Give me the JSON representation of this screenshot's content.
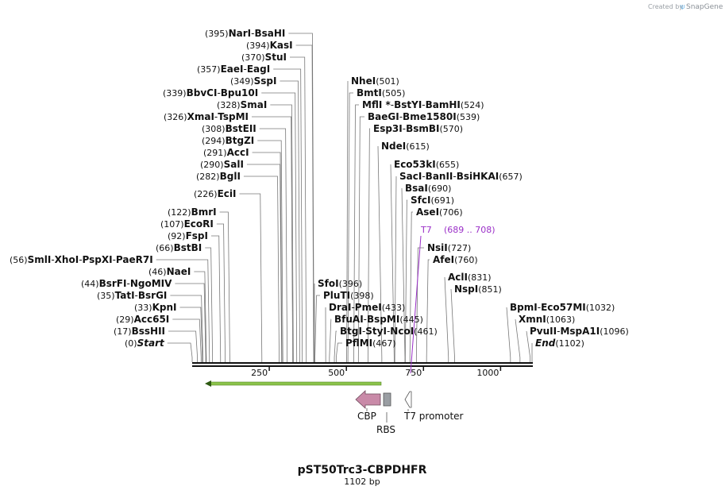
{
  "header": {
    "credit_prefix": "Created by",
    "credit_brand": "SnapGene",
    "brand_color": "#4aa3df"
  },
  "plasmid": {
    "name": "pST50Trc3-CBPDHFR",
    "length_text": "1102 bp",
    "length": 1102
  },
  "axis": {
    "ticks": [
      250,
      500,
      750,
      1000
    ]
  },
  "sites": [
    {
      "pos": "(395)",
      "names": [
        "NarI",
        "BsaHI"
      ],
      "at": 395
    },
    {
      "pos": "(394)",
      "names": [
        "KasI"
      ],
      "at": 394
    },
    {
      "pos": "(370)",
      "names": [
        "StuI"
      ],
      "at": 370
    },
    {
      "pos": "(357)",
      "names": [
        "EaeI",
        "EagI"
      ],
      "at": 357
    },
    {
      "pos": "(349)",
      "names": [
        "SspI"
      ],
      "at": 349
    },
    {
      "pos": "(339)",
      "names": [
        "BbvCI",
        "Bpu10I"
      ],
      "at": 339
    },
    {
      "pos": "(328)",
      "names": [
        "SmaI"
      ],
      "at": 328
    },
    {
      "pos": "(326)",
      "names": [
        "XmaI",
        "TspMI"
      ],
      "at": 326
    },
    {
      "pos": "(308)",
      "names": [
        "BstEII"
      ],
      "at": 308
    },
    {
      "pos": "(294)",
      "names": [
        "BtgZI"
      ],
      "at": 294
    },
    {
      "pos": "(291)",
      "names": [
        "AccI"
      ],
      "at": 291
    },
    {
      "pos": "(290)",
      "names": [
        "SalI"
      ],
      "at": 290
    },
    {
      "pos": "(282)",
      "names": [
        "BglI"
      ],
      "at": 282
    },
    {
      "pos": "(226)",
      "names": [
        "EciI"
      ],
      "at": 226
    },
    {
      "pos": "(122)",
      "names": [
        "BmrI"
      ],
      "at": 122
    },
    {
      "pos": "(107)",
      "names": [
        "EcoRI"
      ],
      "at": 107
    },
    {
      "pos": "(92)",
      "names": [
        "FspI"
      ],
      "at": 92
    },
    {
      "pos": "(66)",
      "names": [
        "BstBI"
      ],
      "at": 66
    },
    {
      "pos": "(56)",
      "names": [
        "SmlI",
        "XhoI",
        "PspXI",
        "PaeR7I"
      ],
      "at": 56
    },
    {
      "pos": "(46)",
      "names": [
        "NaeI"
      ],
      "at": 46
    },
    {
      "pos": "(44)",
      "names": [
        "BsrFI",
        "NgoMIV"
      ],
      "at": 44
    },
    {
      "pos": "(35)",
      "names": [
        "TatI",
        "BsrGI"
      ],
      "at": 35
    },
    {
      "pos": "(33)",
      "names": [
        "KpnI"
      ],
      "at": 33
    },
    {
      "pos": "(29)",
      "names": [
        "Acc65I"
      ],
      "at": 29
    },
    {
      "pos": "(17)",
      "names": [
        "BssHII"
      ],
      "at": 17
    },
    {
      "pos": "(0)",
      "names": [
        "Start"
      ],
      "at": 0,
      "italic": true
    },
    {
      "pos": "(501)",
      "names": [
        "NheI"
      ],
      "at": 501
    },
    {
      "pos": "(505)",
      "names": [
        "BmtI"
      ],
      "at": 505
    },
    {
      "pos": "(524)",
      "names": [
        "MflI *",
        "BstYI",
        "BamHI"
      ],
      "at": 524
    },
    {
      "pos": "(539)",
      "names": [
        "BaeGI",
        "Bme1580I"
      ],
      "at": 539
    },
    {
      "pos": "(570)",
      "names": [
        "Esp3I",
        "BsmBI"
      ],
      "at": 570
    },
    {
      "pos": "(615)",
      "names": [
        "NdeI"
      ],
      "at": 615
    },
    {
      "pos": "(655)",
      "names": [
        "Eco53kI"
      ],
      "at": 655
    },
    {
      "pos": "(657)",
      "names": [
        "SacI",
        "BanII",
        "BsiHKAI"
      ],
      "at": 657
    },
    {
      "pos": "(690)",
      "names": [
        "BsaI"
      ],
      "at": 690
    },
    {
      "pos": "(691)",
      "names": [
        "SfcI"
      ],
      "at": 691
    },
    {
      "pos": "(706)",
      "names": [
        "AseI"
      ],
      "at": 706
    },
    {
      "pos": "(727)",
      "names": [
        "NsiI"
      ],
      "at": 727
    },
    {
      "pos": "(760)",
      "names": [
        "AfeI"
      ],
      "at": 760
    },
    {
      "pos": "(831)",
      "names": [
        "AclI"
      ],
      "at": 831
    },
    {
      "pos": "(851)",
      "names": [
        "NspI"
      ],
      "at": 851
    },
    {
      "pos": "(396)",
      "names": [
        "SfoI"
      ],
      "at": 396
    },
    {
      "pos": "(398)",
      "names": [
        "PluTI"
      ],
      "at": 398
    },
    {
      "pos": "(433)",
      "names": [
        "DraI",
        "PmeI"
      ],
      "at": 433
    },
    {
      "pos": "(445)",
      "names": [
        "BfuAI",
        "BspMI"
      ],
      "at": 445
    },
    {
      "pos": "(461)",
      "names": [
        "BtgI",
        "StyI",
        "NcoI"
      ],
      "at": 461
    },
    {
      "pos": "(467)",
      "names": [
        "PflMI"
      ],
      "at": 467
    },
    {
      "pos": "(1032)",
      "names": [
        "BpmI",
        "Eco57MI"
      ],
      "at": 1032
    },
    {
      "pos": "(1063)",
      "names": [
        "XmnI"
      ],
      "at": 1063
    },
    {
      "pos": "(1096)",
      "names": [
        "PvuII",
        "MspA1I"
      ],
      "at": 1096
    },
    {
      "pos": "(1102)",
      "names": [
        "End"
      ],
      "at": 1102,
      "italic": true
    }
  ],
  "features": {
    "primer": {
      "name": "T7",
      "range": "(689 .. 708)",
      "color": "#9b30c8"
    },
    "cbp": {
      "label": "CBP",
      "color": "#c98aa8"
    },
    "rbs": {
      "label": "RBS",
      "color": "#9a9ea3"
    },
    "t7_promoter": {
      "label": "T7 promoter",
      "color": "#ffffff"
    },
    "orf": {
      "color": "#8bc34a"
    }
  }
}
